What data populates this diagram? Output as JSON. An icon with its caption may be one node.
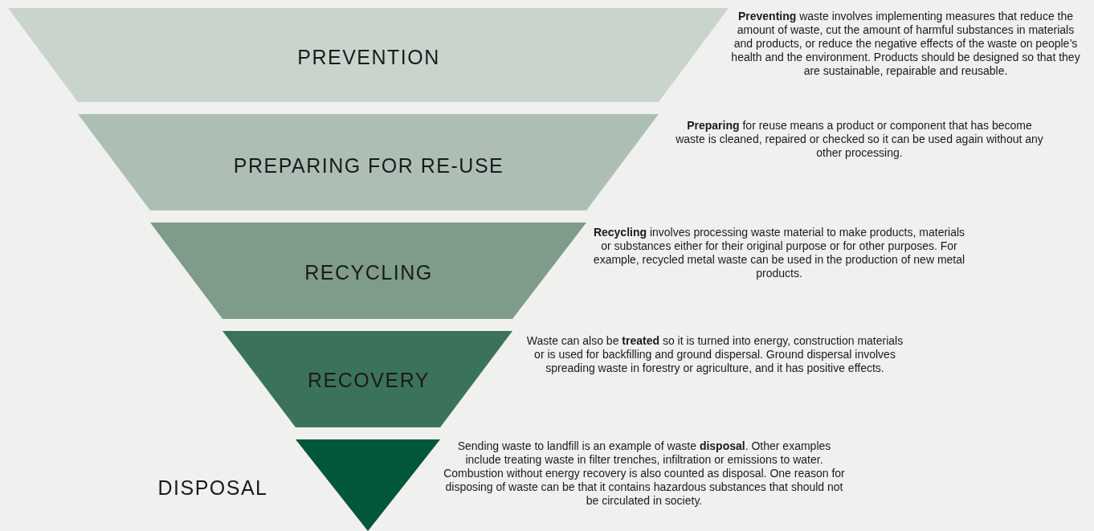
{
  "diagram": {
    "nodes": [
      {
        "text": [
          "PREVENTION"
        ],
        "beside": [
          "**Preventing** waste involves implementing measures that reduce the amount of waste, cut the amount of harmful substances in materials and products, or reduce the negative effects of the waste on people’s health and the environment. Products should be designed so that they are sustainable, repairable and reusable."
        ]
      },
      {
        "text": [
          "PREPARING FOR RE-USE"
        ],
        "beside": [
          "**Preparing** for reuse means a product or component that has become waste is cleaned, repaired or checked so it can be used again without any other processing."
        ]
      },
      {
        "text": [
          "RECYCLING"
        ],
        "beside": [
          "**Recycling** involves processing waste material to make products, materials or substances either for their original purpose or for other purposes. For example, recycled metal waste can be used in the production of new metal products."
        ]
      },
      {
        "text": [
          "RECOVERY"
        ],
        "beside": [
          "Waste can also be **treated** so it is turned into energy, construction materials or is used for backfilling and ground dispersal. Ground dispersal involves spreading waste in forestry or agriculture, and it has positive effects."
        ]
      },
      {
        "text": [
          "DISPOSAL"
        ],
        "beside": [
          "Sending waste to landfill is an example of waste **disposal**. Other examples include treating waste in filter trenches, infiltration or emissions to water. Combustion without energy recovery is also counted as disposal. One reason for disposing of waste can be that it contains hazardous substances that should not be circulated in society."
        ]
      }
    ],
    "edges": []
  }
}
